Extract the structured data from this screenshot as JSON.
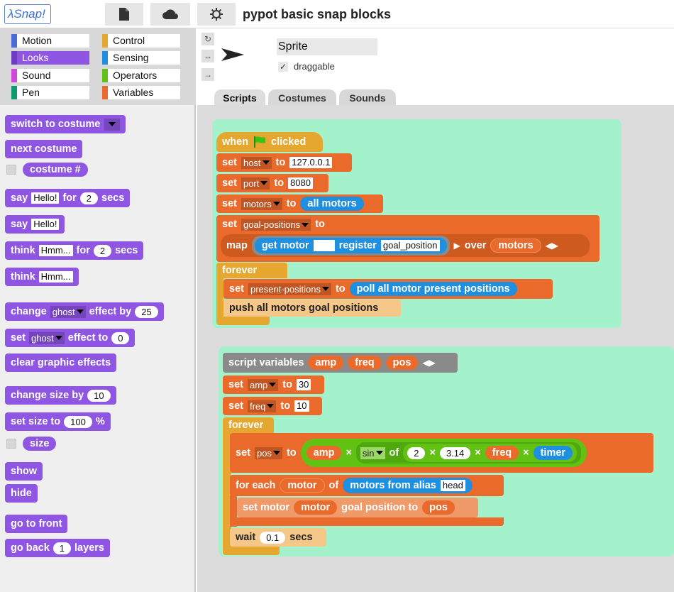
{
  "app": {
    "logo": "λSnap!",
    "project_title": "pypot basic snap blocks"
  },
  "icons": {
    "file": "file-icon",
    "cloud": "cloud-icon",
    "settings": "gear-icon"
  },
  "categories": [
    {
      "label": "Motion",
      "color": "#4a6cd4"
    },
    {
      "label": "Control",
      "color": "#e6a730"
    },
    {
      "label": "Looks",
      "color": "#8f56e3",
      "selected": true
    },
    {
      "label": "Sensing",
      "color": "#1f8fe0"
    },
    {
      "label": "Sound",
      "color": "#cf4ad9"
    },
    {
      "label": "Operators",
      "color": "#62c213"
    },
    {
      "label": "Pen",
      "color": "#0e9a6c"
    },
    {
      "label": "Variables",
      "color": "#ea6a2c"
    }
  ],
  "palette": {
    "switch_costume": "switch to costume",
    "next_costume": "next costume",
    "costume_num": "costume #",
    "say": "say",
    "say_val": "Hello!",
    "for": "for",
    "say_secs": "2",
    "secs": "secs",
    "say2_val": "Hello!",
    "think": "think",
    "think_val": "Hmm...",
    "think_secs": "2",
    "think2_val": "Hmm...",
    "change": "change",
    "effect_ghost": "ghost",
    "effect_by": "effect by",
    "effect_by_val": "25",
    "set": "set",
    "effect_to": "effect to",
    "effect_to_val": "0",
    "clear_effects": "clear graphic effects",
    "change_size": "change size by",
    "change_size_val": "10",
    "set_size": "set size to",
    "set_size_val": "100",
    "percent": "%",
    "size": "size",
    "show": "show",
    "hide": "hide",
    "go_front": "go to front",
    "go_back": "go back",
    "go_back_val": "1",
    "layers": "layers"
  },
  "sprite": {
    "name": "Sprite",
    "draggable_label": "draggable",
    "draggable_checked": "✓",
    "rotation_icons": [
      "↻",
      "↔",
      "→"
    ]
  },
  "tabs": [
    {
      "label": "Scripts",
      "active": true
    },
    {
      "label": "Costumes"
    },
    {
      "label": "Sounds"
    }
  ],
  "script1": {
    "when": "when",
    "clicked": "clicked",
    "set": "set",
    "to": "to",
    "host_var": "host",
    "host_val": "127.0.0.1",
    "port_var": "port",
    "port_val": "8080",
    "motors_var": "motors",
    "all_motors": "all motors",
    "goal_var": "goal-positions",
    "map": "map",
    "get_motor": "get motor",
    "register": "register",
    "register_val": "goal_position",
    "over": "over",
    "motors_pill": "motors",
    "forever": "forever",
    "present_var": "present-positions",
    "poll": "poll all motor present positions",
    "push": "push all motors goal positions"
  },
  "script2": {
    "script_vars": "script variables",
    "amp": "amp",
    "freq": "freq",
    "pos": "pos",
    "set": "set",
    "to": "to",
    "amp_val": "30",
    "freq_val": "10",
    "forever": "forever",
    "times": "×",
    "sin": "sin",
    "of": "of",
    "two": "2",
    "pi": "3.14",
    "timer": "timer",
    "for_each": "for each",
    "motor": "motor",
    "of_word": "of",
    "motors_from_alias": "motors from alias",
    "alias_val": "head",
    "set_motor": "set motor",
    "goal_position_to": "goal position to",
    "wait": "wait",
    "wait_val": "0.1",
    "secs": "secs"
  }
}
